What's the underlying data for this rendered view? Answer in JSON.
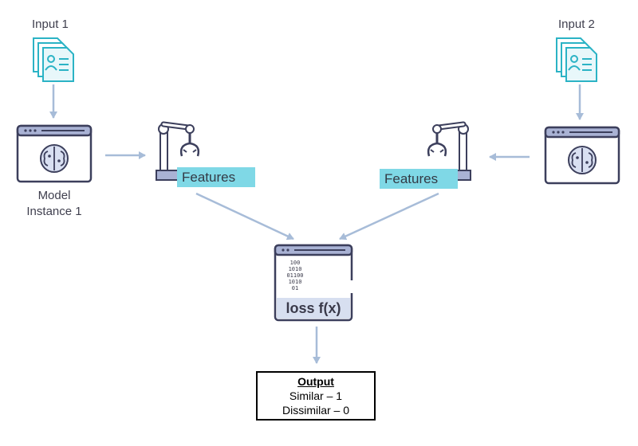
{
  "inputs": [
    {
      "label": "Input 1"
    },
    {
      "label": "Input 2"
    }
  ],
  "model": {
    "label": "Model Instance 1"
  },
  "features": {
    "left_label": "Features",
    "right_label": "Features"
  },
  "loss": {
    "label": "loss f(x)",
    "binary_lines": [
      "100",
      "1010",
      "01100",
      "1010",
      "01"
    ]
  },
  "output": {
    "title": "Output",
    "line1": "Similar – 1",
    "line2": "Dissimilar – 0"
  },
  "colors": {
    "outline": "#3c3f5c",
    "accent": "#7fd8e6",
    "arrow": "#a7bcd8",
    "window_bar": "#a9b2d4"
  },
  "icons": [
    "document-stack-icon",
    "brain-window-icon",
    "robotic-arm-icon",
    "code-window-icon"
  ]
}
